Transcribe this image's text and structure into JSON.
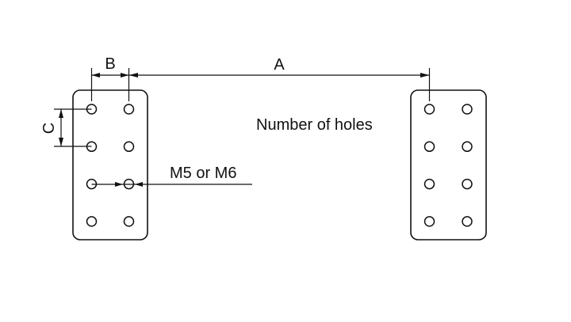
{
  "diagram": {
    "labels": {
      "dim_a": "A",
      "dim_b": "B",
      "dim_c": "C",
      "thread": "M5 or M6",
      "holes_note": "Number of holes"
    },
    "plates": [
      {
        "id": "left",
        "hole_columns": 2,
        "hole_rows": 4
      },
      {
        "id": "right",
        "hole_columns": 2,
        "hole_rows": 4
      }
    ],
    "colors": {
      "line": "#111111",
      "background": "#ffffff"
    }
  }
}
